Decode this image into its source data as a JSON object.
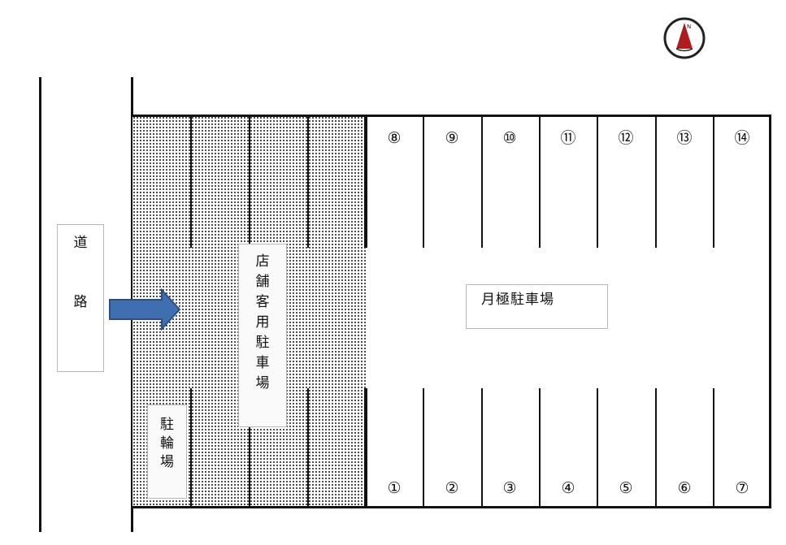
{
  "compass": {
    "icon": "north-arrow-icon",
    "label": "N",
    "color": "#b01c1c"
  },
  "road": {
    "label_chars": [
      "道",
      "路"
    ]
  },
  "entry_arrow": {
    "icon": "arrow-right-icon",
    "color": "#3f6fae",
    "border": "#2d4f80"
  },
  "shop_parking": {
    "label_chars": [
      "店",
      "舗",
      "客",
      "用",
      "駐",
      "車",
      "場"
    ]
  },
  "bicycle_parking": {
    "label_chars": [
      "駐",
      "輪",
      "場"
    ]
  },
  "monthly_parking": {
    "label": "月極駐車場",
    "top_spaces": [
      "⑧",
      "⑨",
      "⑩",
      "⑪",
      "⑫",
      "⑬",
      "⑭"
    ],
    "bottom_spaces": [
      "①",
      "②",
      "③",
      "④",
      "⑤",
      "⑥",
      "⑦"
    ]
  }
}
